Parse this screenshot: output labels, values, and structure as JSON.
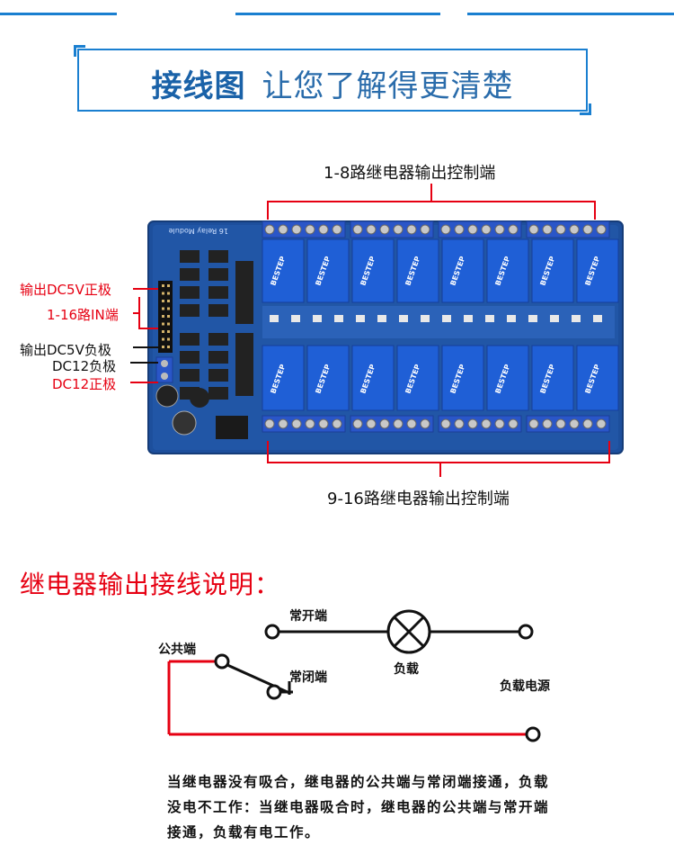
{
  "header": {
    "title_strong": "接线图",
    "title_light": "让您了解得更清楚"
  },
  "board": {
    "top_caption": "1-8路继电器输出控制端",
    "bottom_caption": "9-16路继电器输出控制端",
    "silk_label": "16 Relay Module",
    "relay_brand": "BESTEP",
    "pin_labels": {
      "dc5v_pos": "输出DC5V正极",
      "in_1_16": "1-16路IN端",
      "dc5v_neg": "输出DC5V负极",
      "dc12_neg": "DC12负极",
      "dc12_pos": "DC12正极"
    },
    "colors": {
      "pcb": "#1d4f9c",
      "relay": "#1f5fd6",
      "terminal": "#2a56c8",
      "annot_red": "#e60012"
    }
  },
  "wiring": {
    "section_title": "继电器输出接线说明：",
    "labels": {
      "no": "常开端",
      "common": "公共端",
      "nc": "常闭端",
      "load": "负载",
      "power": "负载电源"
    },
    "description": "当继电器没有吸合，继电器的公共端与常闭端接通，负载没电不工作：当继电器吸合时，继电器的公共端与常开端接通，负载有电工作。"
  }
}
